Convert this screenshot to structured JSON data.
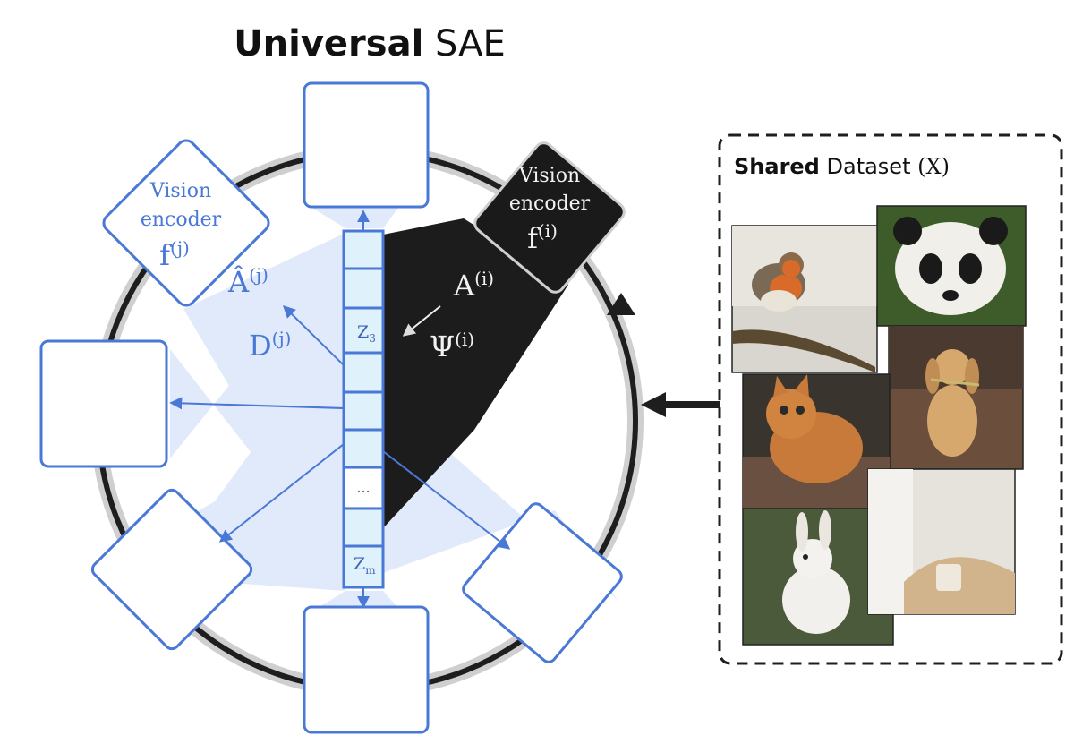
{
  "title": {
    "bold": "Universal",
    "rest": "SAE"
  },
  "encoder_i": {
    "line1": "Vision",
    "line2": "encoder",
    "symbol": "f",
    "sup": "(i)"
  },
  "encoder_j": {
    "line1": "Vision",
    "line2": "encoder",
    "symbol": "f",
    "sup": "(j)"
  },
  "activations_i": {
    "symbol": "A",
    "sup": "(i)"
  },
  "activations_j_hat": {
    "symbol": "Â",
    "sup": "(j)"
  },
  "psi_i": {
    "symbol": "Ψ",
    "sup": "(i)"
  },
  "decoder_j": {
    "symbol": "D",
    "sup": "(j)"
  },
  "latent": {
    "z3_base": "Z",
    "z3_sub": "3",
    "ellipsis": "...",
    "zm_base": "Z",
    "zm_sub": "m"
  },
  "dataset": {
    "bold": "Shared",
    "rest": "Dataset",
    "symbol": "(X)"
  },
  "images": [
    "robin-photo",
    "panda-photo",
    "puppy-photo",
    "cat-photo",
    "bunny-photo",
    "blanket-mug-photo"
  ],
  "colors": {
    "blue_accent": "#4a78d6",
    "light_blue_fill": "#c9d9f7",
    "encoder_black": "#1a1a1a",
    "cell_fill": "#dff1fb"
  }
}
